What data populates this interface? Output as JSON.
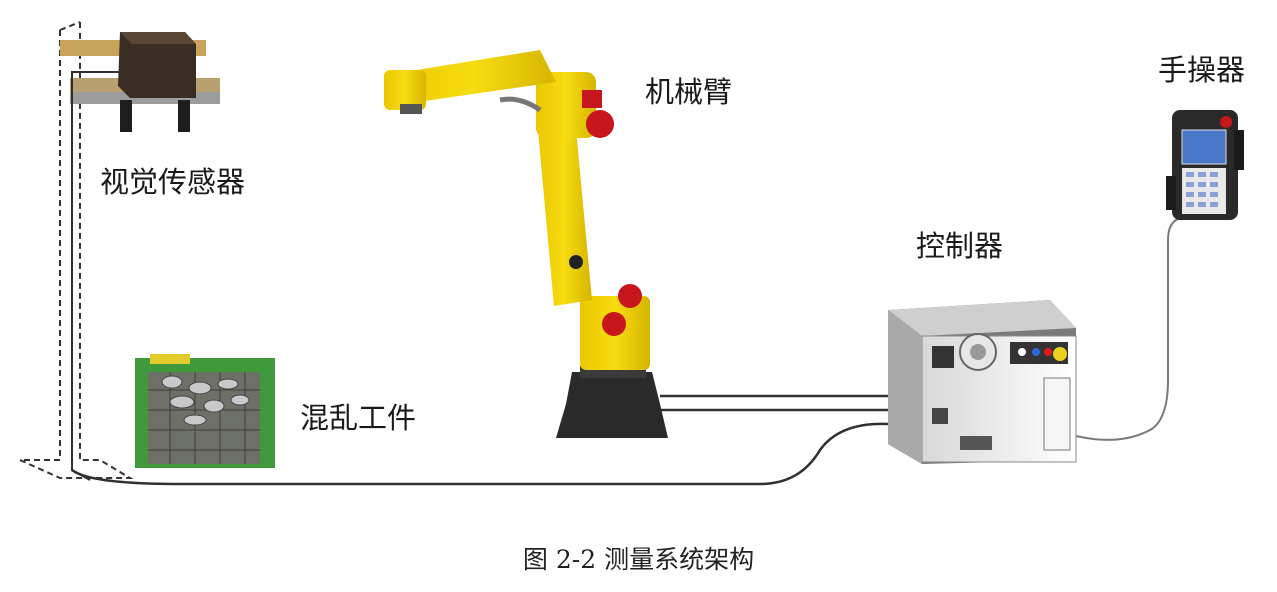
{
  "labels": {
    "vision_sensor": "视觉传感器",
    "robot_arm": "机械臂",
    "teach_pendant": "手操器",
    "controller": "控制器",
    "cluttered_parts": "混乱工件"
  },
  "caption": "图 2-2  测量系统架构",
  "colors": {
    "robot_yellow": "#f2d200",
    "robot_red": "#c8161d",
    "robot_base": "#2a2a2a",
    "cable": "#303030",
    "controller_body": "#f2f2f2",
    "pendant_screen": "#4a78c8",
    "basket_green": "#3e9a3a"
  }
}
